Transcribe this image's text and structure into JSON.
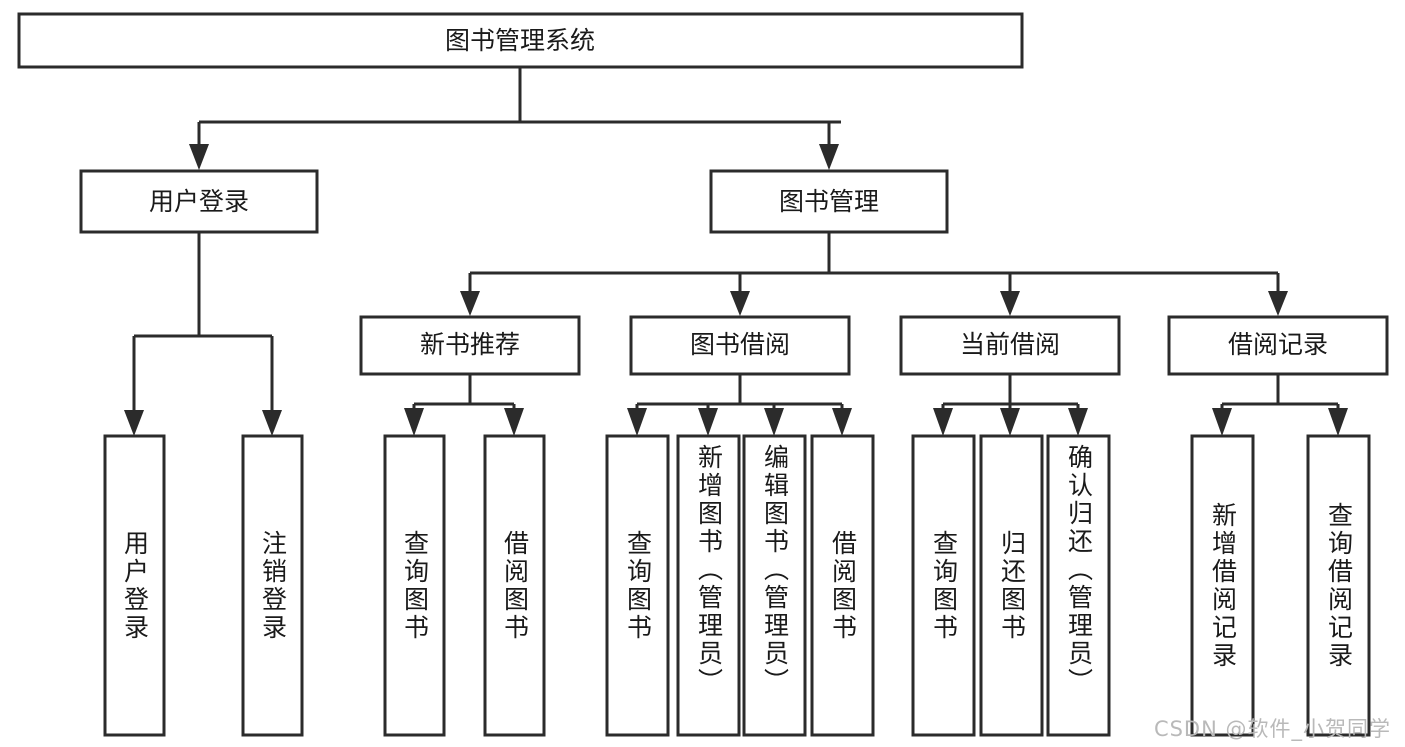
{
  "diagram": {
    "type": "tree-hierarchy",
    "title": "图书管理系统",
    "watermark": "CSDN @软件_小贺同学",
    "colors": {
      "stroke": "#2b2b2b",
      "fill": "#ffffff",
      "text": "#1a1a1a",
      "watermark": "#b9b9b9",
      "background": "#ffffff"
    },
    "levels": {
      "root": {
        "label": "图书管理系统"
      },
      "level2": [
        {
          "label": "用户登录"
        },
        {
          "label": "图书管理"
        }
      ],
      "level3": [
        {
          "label": "新书推荐"
        },
        {
          "label": "图书借阅"
        },
        {
          "label": "当前借阅"
        },
        {
          "label": "借阅记录"
        }
      ]
    },
    "leaves": {
      "user_login": [
        {
          "label": "用户登录"
        },
        {
          "label": "注销登录"
        }
      ],
      "new_book_recommend": [
        {
          "label": "查询图书"
        },
        {
          "label": "借阅图书"
        }
      ],
      "book_borrow": [
        {
          "label": "查询图书"
        },
        {
          "label": "新增图书（管理员）"
        },
        {
          "label": "编辑图书（管理员）"
        },
        {
          "label": "借阅图书"
        }
      ],
      "current_borrow": [
        {
          "label": "查询图书"
        },
        {
          "label": "归还图书"
        },
        {
          "label": "确认归还（管理员）"
        }
      ],
      "borrow_record": [
        {
          "label": "新增借阅记录"
        },
        {
          "label": "查询借阅记录"
        }
      ]
    }
  }
}
